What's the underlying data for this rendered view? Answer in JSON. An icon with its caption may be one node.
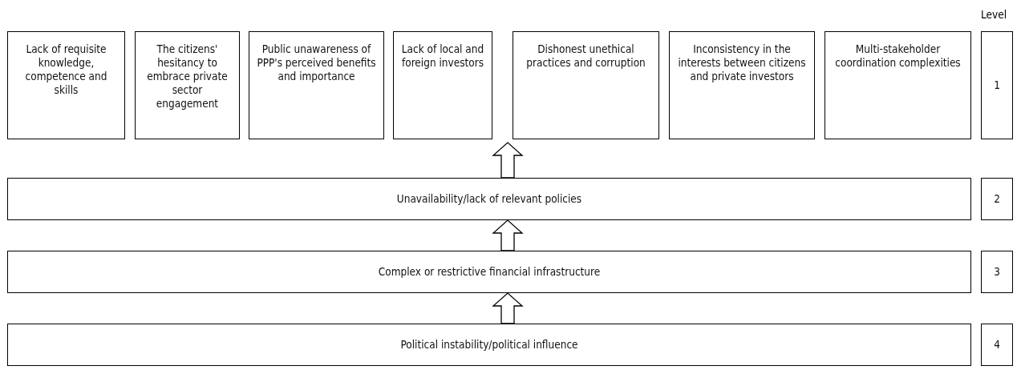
{
  "diagram": {
    "nodes": [
      {
        "text": [
          "Lack of requisite knowledge, competence and skills"
        ]
      },
      {
        "text": [
          "The citizens' hesitancy to embrace private sector engagement"
        ]
      },
      {
        "text": [
          "Public unawareness of PPP's perceived benefits and importance"
        ]
      },
      {
        "text": [
          "Lack of local and foreign investors"
        ]
      },
      {
        "text": [
          "Dishonest unethical practices and corruption"
        ]
      },
      {
        "text": [
          "Inconsistency in the interests between citizens and private investors"
        ]
      },
      {
        "text": [
          "Multi-stakeholder coordination complexities"
        ]
      },
      {
        "text": [
          "1"
        ]
      },
      {
        "text": [
          "Unavailability/lack of relevant policies"
        ]
      },
      {
        "text": [
          "2"
        ]
      },
      {
        "text": [
          "Complex or restrictive financial infrastructure"
        ]
      },
      {
        "text": [
          "3"
        ]
      },
      {
        "text": [
          "Political instability/political influence"
        ]
      },
      {
        "text": [
          "4"
        ]
      }
    ],
    "edges": [
      {
        "from": 12,
        "to": 10,
        "arrow": "to"
      },
      {
        "from": 10,
        "to": 8,
        "arrow": "to"
      },
      {
        "from": 8,
        "to": null,
        "arrow": "to"
      }
    ],
    "labels": [
      "Level"
    ]
  }
}
